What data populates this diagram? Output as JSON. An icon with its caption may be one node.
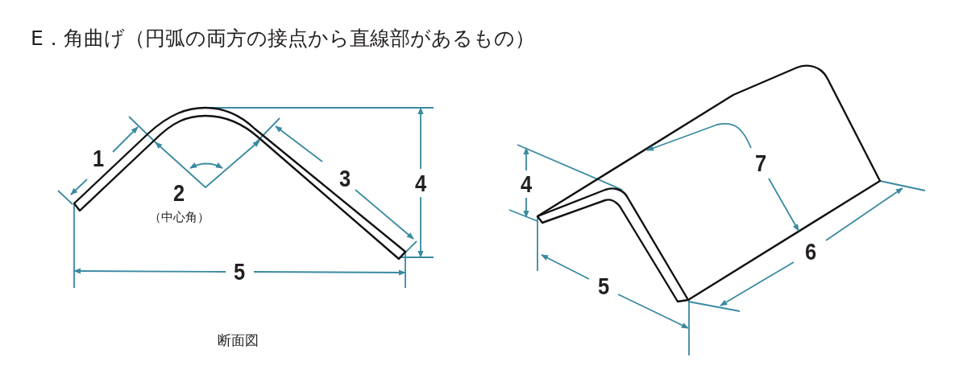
{
  "diagram": {
    "title": "E．角曲げ（円弧の両方の接点から直線部があるもの）",
    "caption": "断面図",
    "labels": [
      "1",
      "2",
      "（中心角）",
      "3",
      "4",
      "5",
      "4",
      "5",
      "6",
      "7"
    ]
  }
}
